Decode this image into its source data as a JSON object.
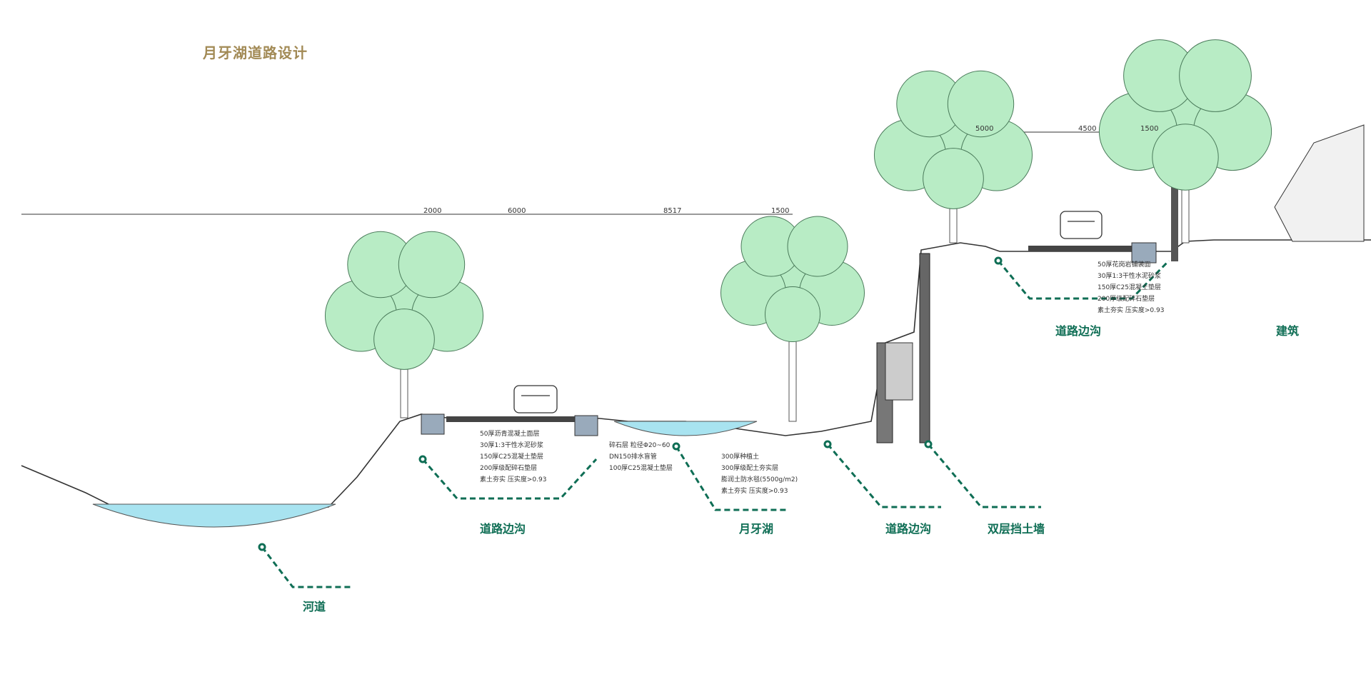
{
  "title": "月牙湖道路设计",
  "dimensions": [
    "2000",
    "6000",
    "8517",
    "1500",
    "5000",
    "4500",
    "1500"
  ],
  "callouts": {
    "river": "河道",
    "ditch1": "道路边沟",
    "lake": "月牙湖",
    "ditch2": "道路边沟",
    "wall": "双层挡土墙",
    "ditch3": "道路边沟",
    "building": "建筑"
  },
  "spec_left": [
    "50厚沥青混凝土面层",
    "30厚1:3干性水泥砂浆",
    "150厚C25混凝土垫层",
    "200厚级配碎石垫层",
    "素土夯实 压实度>0.93"
  ],
  "spec_mid": [
    "300厚种植土",
    "300厚级配土夯实层",
    "膨润土防水毯(5500g/m2)",
    "素土夯实 压实度>0.93"
  ],
  "spec_ditch": [
    "碎石层 粒径Φ20~60",
    "DN150排水盲管",
    "100厚C25混凝土垫层"
  ],
  "spec_right": [
    "50厚花岗岩铺装面",
    "30厚1:3干性水泥砂浆",
    "150厚C25混凝土垫层",
    "200厚级配碎石垫层",
    "素土夯实 压实度>0.93"
  ],
  "colors": {
    "tree": "#b8ecc5",
    "tree_outline": "#4a7a5a",
    "water": "#a8e3f0",
    "callout": "#0f6e55",
    "title": "#a28a55"
  }
}
